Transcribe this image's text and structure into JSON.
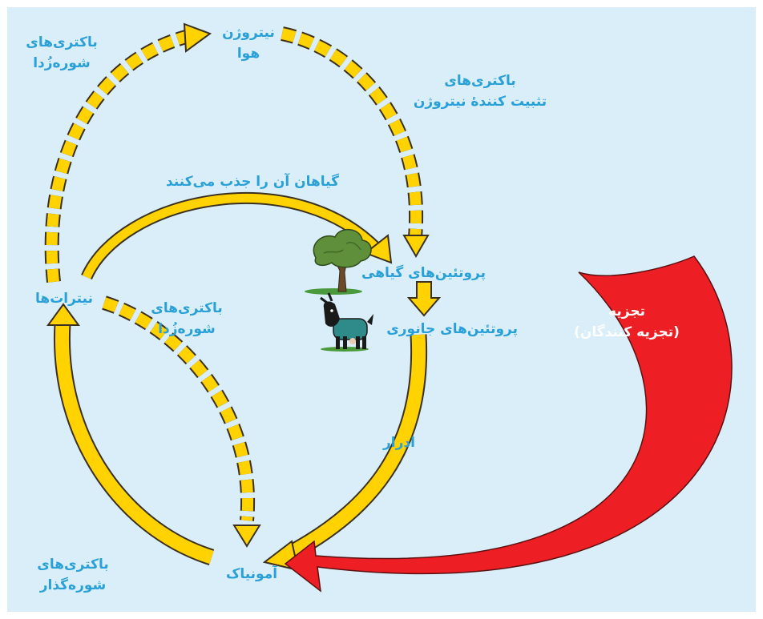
{
  "colors": {
    "background": "#d9eef9",
    "frame": "#ffffff",
    "arrow_fill": "#ffd200",
    "arrow_stroke": "#3a3020",
    "decomposition_fill": "#ee1f24",
    "label_text": "#2aa0d8",
    "decomposition_text": "#ffffff"
  },
  "nodes": {
    "air_nitrogen": {
      "line1": "نیتروژن",
      "line2": "هوا"
    },
    "plant_proteins": {
      "label": "پروتئین‌های گیاهی"
    },
    "animal_proteins": {
      "label": "پروتئین‌های جانوری"
    },
    "nitrates": {
      "label": "نیترات‌ها"
    },
    "ammonia": {
      "label": "آمونیاک"
    }
  },
  "edges": {
    "denitrifying_top": {
      "line1": "باکتری‌های",
      "line2": "شوره‌زُدا"
    },
    "nitrogen_fixing": {
      "line1": "باکتری‌های",
      "line2": "تثبیت کنندهٔ نیتروژن"
    },
    "plants_absorb": {
      "label": "گیاهان آن را جذب می‌کنند"
    },
    "denitrifying_middle": {
      "line1": "باکتری‌های",
      "line2": "شوره‌زُدا"
    },
    "urine": {
      "label": "ادرار"
    },
    "nitrifying": {
      "line1": "باکتری‌های",
      "line2": "شوره‌گذار"
    },
    "decomposition": {
      "line1": "تجزیه",
      "line2": "(تجزیه کنندگان)"
    }
  },
  "icons": {
    "plant": "tree-icon",
    "animal": "goat-icon"
  }
}
